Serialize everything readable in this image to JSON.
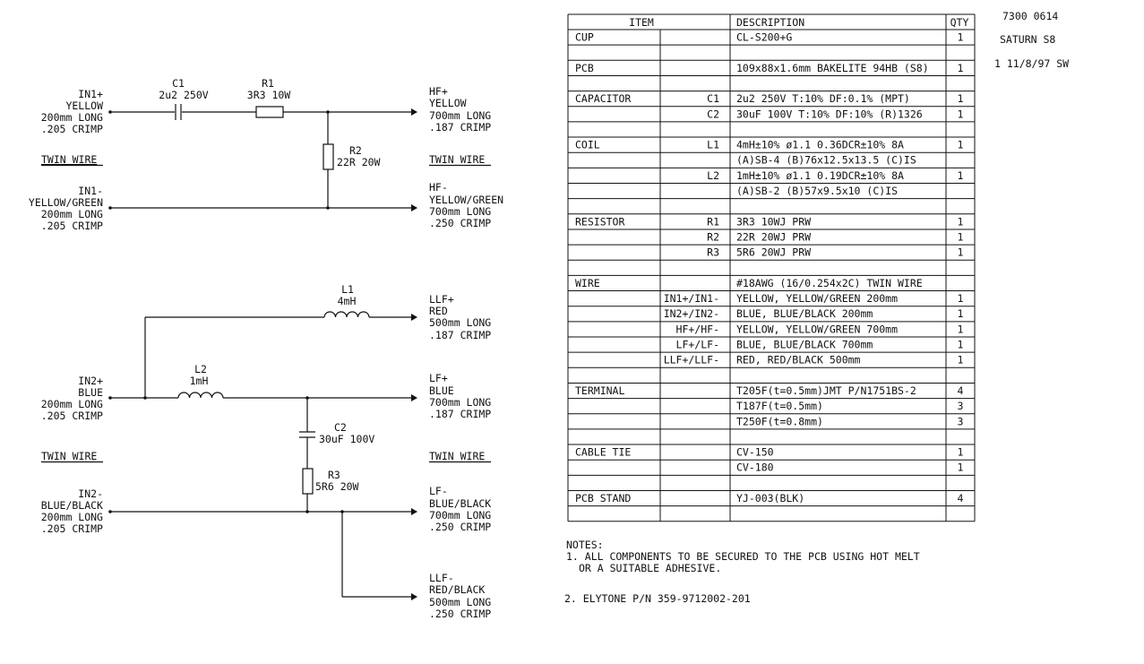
{
  "header": {
    "part_number": "7300 0614",
    "model": "SATURN S8",
    "revision": "1 11/8/97 SW"
  },
  "schematic": {
    "top": {
      "in_plus": [
        "IN1+",
        "YELLOW",
        "200mm LONG",
        ".205 CRIMP"
      ],
      "in_minus": [
        "IN1-",
        "YELLOW/GREEN",
        "200mm LONG",
        ".205 CRIMP"
      ],
      "twin_left": "TWIN WIRE",
      "twin_right": "TWIN WIRE",
      "c1": [
        "C1",
        "2u2 250V"
      ],
      "r1": [
        "R1",
        "3R3 10W"
      ],
      "r2": [
        "R2",
        "22R 20W"
      ],
      "out_plus": [
        "HF+",
        "YELLOW",
        "700mm LONG",
        ".187 CRIMP"
      ],
      "out_minus": [
        "HF-",
        "YELLOW/GREEN",
        "700mm LONG",
        ".250 CRIMP"
      ]
    },
    "bottom": {
      "in_plus": [
        "IN2+",
        "BLUE",
        "200mm LONG",
        ".205 CRIMP"
      ],
      "in_minus": [
        "IN2-",
        "BLUE/BLACK",
        "200mm LONG",
        ".205 CRIMP"
      ],
      "twin_left": "TWIN WIRE",
      "twin_right": "TWIN WIRE",
      "l1": [
        "L1",
        "4mH"
      ],
      "l2": [
        "L2",
        "1mH"
      ],
      "c2": [
        "C2",
        "30uF 100V"
      ],
      "r3": [
        "R3",
        "5R6 20W"
      ],
      "llf_plus": [
        "LLF+",
        "RED",
        "500mm LONG",
        ".187 CRIMP"
      ],
      "lf_plus": [
        "LF+",
        "BLUE",
        "700mm LONG",
        ".187 CRIMP"
      ],
      "lf_minus": [
        "LF-",
        "BLUE/BLACK",
        "700mm LONG",
        ".250 CRIMP"
      ],
      "llf_minus": [
        "LLF-",
        "RED/BLACK",
        "500mm LONG",
        ".250 CRIMP"
      ]
    }
  },
  "bom": {
    "headers": [
      "ITEM",
      "DESCRIPTION",
      "QTY"
    ],
    "rows": [
      [
        "CUP",
        "",
        "CL-S200+G",
        "1"
      ],
      [
        "",
        "",
        "",
        ""
      ],
      [
        "PCB",
        "",
        "109x88x1.6mm BAKELITE 94HB (S8)",
        "1"
      ],
      [
        "",
        "",
        "",
        ""
      ],
      [
        "CAPACITOR",
        "C1",
        "2u2 250V T:10% DF:0.1% (MPT)",
        "1"
      ],
      [
        "",
        "C2",
        "30uF 100V T:10% DF:10% (R)1326",
        "1"
      ],
      [
        "",
        "",
        "",
        ""
      ],
      [
        "COIL",
        "L1",
        "4mH±10% ø1.1 0.36DCR±10% 8A",
        "1"
      ],
      [
        "",
        "",
        "(A)SB-4 (B)76x12.5x13.5 (C)IS",
        ""
      ],
      [
        "",
        "L2",
        "1mH±10% ø1.1 0.19DCR±10% 8A",
        "1"
      ],
      [
        "",
        "",
        "(A)SB-2 (B)57x9.5x10 (C)IS",
        ""
      ],
      [
        "",
        "",
        "",
        ""
      ],
      [
        "RESISTOR",
        "R1",
        "3R3 10WJ PRW",
        "1"
      ],
      [
        "",
        "R2",
        "22R 20WJ PRW",
        "1"
      ],
      [
        "",
        "R3",
        "5R6 20WJ PRW",
        "1"
      ],
      [
        "",
        "",
        "",
        ""
      ],
      [
        "WIRE",
        "",
        "#18AWG (16/0.254x2C) TWIN WIRE",
        ""
      ],
      [
        "",
        "IN1+/IN1-",
        "YELLOW, YELLOW/GREEN 200mm",
        "1"
      ],
      [
        "",
        "IN2+/IN2-",
        "BLUE, BLUE/BLACK 200mm",
        "1"
      ],
      [
        "",
        "HF+/HF-",
        "YELLOW, YELLOW/GREEN 700mm",
        "1"
      ],
      [
        "",
        "LF+/LF-",
        "BLUE, BLUE/BLACK 700mm",
        "1"
      ],
      [
        "",
        "LLF+/LLF-",
        "RED, RED/BLACK 500mm",
        "1"
      ],
      [
        "",
        "",
        "",
        ""
      ],
      [
        "TERMINAL",
        "",
        "T205F(t=0.5mm)JMT P/N1751BS-2",
        "4"
      ],
      [
        "",
        "",
        "T187F(t=0.5mm)",
        "3"
      ],
      [
        "",
        "",
        "T250F(t=0.8mm)",
        "3"
      ],
      [
        "",
        "",
        "",
        ""
      ],
      [
        "CABLE TIE",
        "",
        "CV-150",
        "1"
      ],
      [
        "",
        "",
        "CV-180",
        "1"
      ],
      [
        "",
        "",
        "",
        ""
      ],
      [
        "PCB STAND",
        "",
        "YJ-003(BLK)",
        "4"
      ],
      [
        "",
        "",
        "",
        ""
      ]
    ]
  },
  "notes": {
    "title": "NOTES:",
    "note1_line1": "1. ALL COMPONENTS TO BE SECURED TO THE PCB USING HOT MELT",
    "note1_line2": "OR A SUITABLE ADHESIVE.",
    "note2": "2. ELYTONE P/N 359-9712002-201"
  }
}
